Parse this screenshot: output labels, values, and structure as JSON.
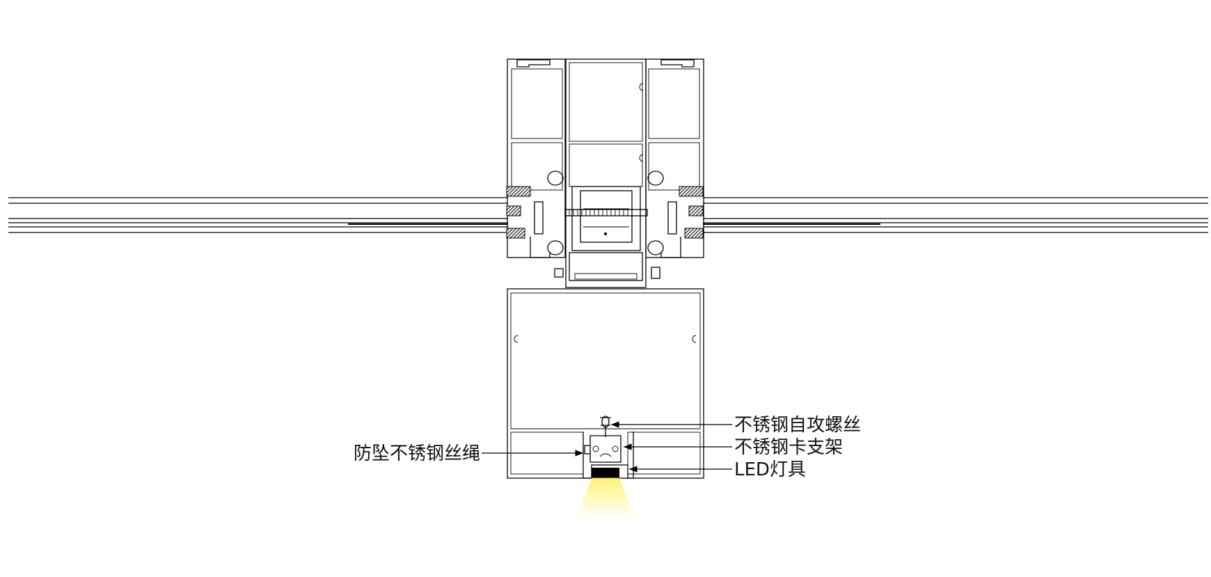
{
  "labels": {
    "screw": "不锈钢自攻螺丝",
    "clip_bracket": "不锈钢卡支架",
    "led": "LED灯具",
    "safety_rope": "防坠不锈钢丝绳"
  },
  "colors": {
    "line": "#000000",
    "light_beam": "#fff59a",
    "gasket_hatch": "#444444"
  }
}
